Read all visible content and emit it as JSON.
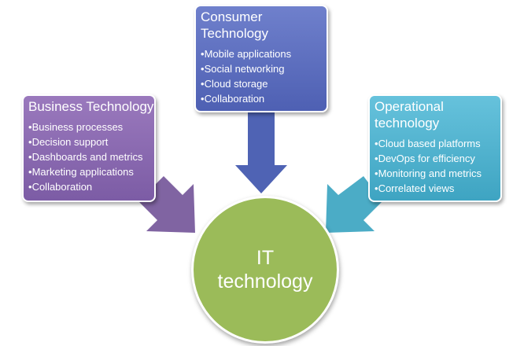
{
  "colors": {
    "business": "#8064a2",
    "consumer": "#4f63b4",
    "operational": "#4bacc6",
    "center": "#9bbb59"
  },
  "center": {
    "label": "IT technology"
  },
  "business": {
    "title": "Business Technology",
    "items": [
      "Business processes",
      "Decision support",
      "Dashboards and metrics",
      "Marketing applications",
      "Collaboration"
    ]
  },
  "consumer": {
    "title": "Consumer Technology",
    "items": [
      "Mobile applications",
      "Social networking",
      "Cloud storage",
      "Collaboration"
    ]
  },
  "operational": {
    "title": "Operational technology",
    "items": [
      "Cloud based platforms",
      "DevOps for efficiency",
      "Monitoring and metrics",
      "Correlated views"
    ]
  }
}
